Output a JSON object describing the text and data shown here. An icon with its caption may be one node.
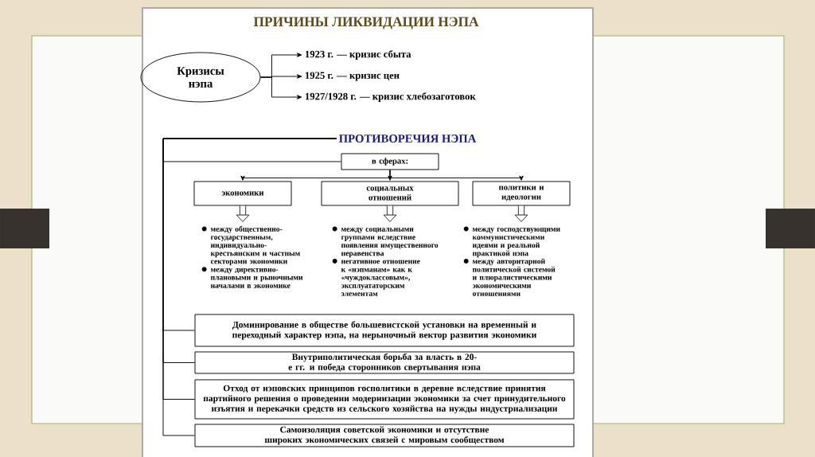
{
  "diagram": {
    "title": "ПРИЧИНЫ ЛИКВИДАЦИИ НЭПА",
    "nodes": [
      {
        "text": [
          "Кризисы нэпа"
        ]
      },
      {
        "text": [
          "1923 г. — кризис сбыта"
        ]
      },
      {
        "text": [
          "1925 г. — кризис цен"
        ]
      },
      {
        "text": [
          "1927/1928 г. — кризис хлебозаготовок"
        ]
      },
      {
        "text": [
          "ПРОТИВОРЕЧИЯ НЭПА"
        ]
      },
      {
        "text": [
          "в сферах:"
        ]
      },
      {
        "text": [
          "экономики"
        ]
      },
      {
        "text": [
          "социальных отношений"
        ]
      },
      {
        "text": [
          "политики и идеологии"
        ]
      },
      {
        "text": [
          "между общественно-государственным, индивидуально-крестьянским и частным секторами экономики",
          "между директивно-плановыми и рыночными началами в экономике"
        ]
      },
      {
        "text": [
          "между социальными группами вследствие появления имущественного неравенства",
          "негативное отношение к «нэпманам» как к «чуждоклассовым», эксплуататорским элементам"
        ]
      },
      {
        "text": [
          "между господствующими коммунистическими идеями и реальной практикой нэпа",
          "между авторитарной политической системой и плюралистическими экономическими отношениями"
        ]
      },
      {
        "text": [
          "Доминирование в обществе большевистской установки на временный и переходный характер нэпа, на нерыночный вектор развития экономики"
        ]
      },
      {
        "text": [
          "Внутриполитическая борьба за власть в 20-е гг. и победа сторонников свертывания нэпа"
        ]
      },
      {
        "text": [
          "Отход от нэповских принципов госполитики в деревне вследствие принятия партийного решения о проведении модернизации экономики за счет принудительного изъятия и перекачки средств из сельского хозяйства на нужды индустриализации"
        ]
      },
      {
        "text": [
          "Самоизоляция советской экономики и отсутствие широких экономических связей с мировым сообществом"
        ]
      }
    ],
    "edges": [
      {
        "from": 0,
        "to": 1,
        "arrow": "to"
      },
      {
        "from": 0,
        "to": 2,
        "arrow": "to"
      },
      {
        "from": 0,
        "to": 3,
        "arrow": "to"
      },
      {
        "from": 4,
        "to": 5,
        "arrow": "none"
      },
      {
        "from": 5,
        "to": 6,
        "arrow": "to"
      },
      {
        "from": 5,
        "to": 7,
        "arrow": "to"
      },
      {
        "from": 5,
        "to": 8,
        "arrow": "to"
      },
      {
        "from": 6,
        "to": 9,
        "arrow": "to",
        "style": "thick"
      },
      {
        "from": 7,
        "to": 10,
        "arrow": "to",
        "style": "thick"
      },
      {
        "from": 8,
        "to": 11,
        "arrow": "to",
        "style": "thick"
      },
      {
        "from": 4,
        "to": 12,
        "arrow": "none"
      },
      {
        "from": 4,
        "to": 13,
        "arrow": "none"
      },
      {
        "from": 4,
        "to": 14,
        "arrow": "none"
      },
      {
        "from": 4,
        "to": 15,
        "arrow": "none"
      }
    ]
  }
}
